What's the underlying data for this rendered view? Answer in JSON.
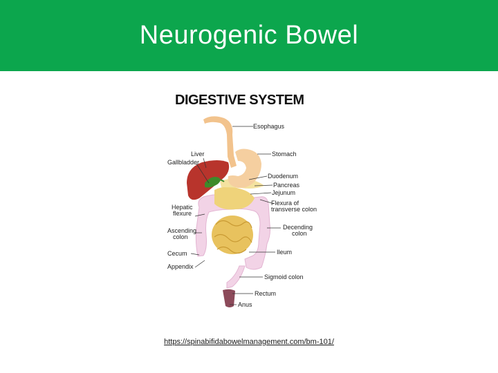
{
  "slide": {
    "title": "Neurogenic Bowel",
    "source_url": "https://spinabifidabowelmanagement.com/bm-101/"
  },
  "figure": {
    "title": "DIGESTIVE SYSTEM",
    "labels": {
      "esophagus": "Esophagus",
      "stomach": "Stomach",
      "liver": "Liver",
      "gallbladder": "Gallbladder",
      "duodenum": "Duodenum",
      "pancreas": "Pancreas",
      "jejunum": "Jejunum",
      "flexura_line1": "Flexura of",
      "flexura_line2": "transverse colon",
      "hepatic_line1": "Hepatic",
      "hepatic_line2": "flexure",
      "ascending_line1": "Ascending",
      "ascending_line2": "colon",
      "decending_line1": "Decending",
      "decending_line2": "colon",
      "cecum": "Cecum",
      "ileum": "Ileum",
      "appendix": "Appendix",
      "sigmoid": "Sigmoid colon",
      "rectum": "Rectum",
      "anus": "Anus"
    }
  },
  "colors": {
    "header_bg": "#0ca64d",
    "esophagus": "#f2c38d",
    "stomach": "#f5cfa0",
    "liver": "#b8342c",
    "gallbladder": "#3d8a2a",
    "small_intestine": "#e8c25e",
    "colon": "#f2d3e6",
    "rectum": "#8c4a5a"
  }
}
